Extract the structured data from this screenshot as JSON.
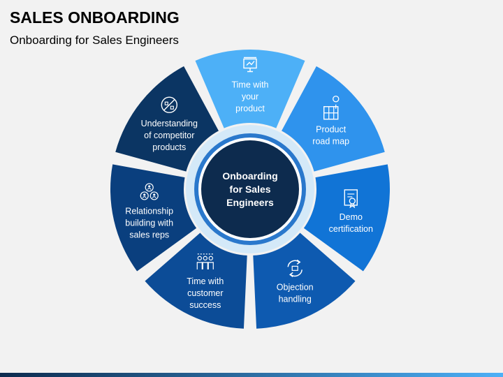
{
  "title": "SALES ONBOARDING",
  "subtitle": "Onboarding for Sales Engineers",
  "center": {
    "lines": [
      "Onboarding",
      "for Sales",
      "Engineers"
    ],
    "color": "#0d2b4e"
  },
  "segments": [
    {
      "lines": [
        "Time with",
        "your",
        "product"
      ],
      "icon": "presentation-board-icon",
      "color": "#4db0f7"
    },
    {
      "lines": [
        "Product",
        "road map"
      ],
      "icon": "roadmap-icon",
      "color": "#2f93ed"
    },
    {
      "lines": [
        "Demo",
        "certification"
      ],
      "icon": "certificate-icon",
      "color": "#1174d6"
    },
    {
      "lines": [
        "Objection",
        "handling"
      ],
      "icon": "exchange-arrows-icon",
      "color": "#0e5ab0"
    },
    {
      "lines": [
        "Time with",
        "customer",
        "success"
      ],
      "icon": "team-icon",
      "color": "#0c4c97"
    },
    {
      "lines": [
        "Relationship",
        "building with",
        "sales reps"
      ],
      "icon": "people-network-icon",
      "color": "#0a3f7e"
    },
    {
      "lines": [
        "Understanding",
        "of competitor",
        "products"
      ],
      "icon": "compare-products-icon",
      "color": "#0b3563"
    }
  ],
  "colors": {
    "ring_light": "#d4e9f8",
    "ring_mid": "#2a78cc",
    "bar_start": "#0d2b4e",
    "bar_end": "#4db0f7"
  }
}
